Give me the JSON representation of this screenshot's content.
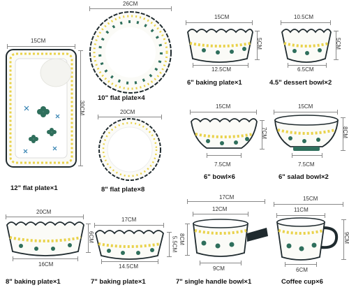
{
  "items": [
    {
      "caption": "12\" flat plate×1",
      "dims": [
        "15CM",
        "30CM"
      ]
    },
    {
      "caption": "10\" flat plate×4",
      "dims": [
        "26CM"
      ]
    },
    {
      "caption": "8\" flat plate×8",
      "dims": [
        "20CM"
      ]
    },
    {
      "caption": "6\" baking plate×1",
      "dims": [
        "15CM",
        "12.5CM",
        "5CM"
      ]
    },
    {
      "caption": "4.5\" dessert bowl×2",
      "dims": [
        "10.5CM",
        "6.5CM",
        "5CM"
      ]
    },
    {
      "caption": "6\" bowl×6",
      "dims": [
        "15CM",
        "7.5CM",
        "7CM"
      ]
    },
    {
      "caption": "6\" salad bowl×2",
      "dims": [
        "15CM",
        "7.5CM",
        "8CM"
      ]
    },
    {
      "caption": "8\" baking plate×1",
      "dims": [
        "20CM",
        "16CM",
        "6CM"
      ]
    },
    {
      "caption": "7\" baking plate×1",
      "dims": [
        "17CM",
        "14.5CM",
        "5.5CM"
      ]
    },
    {
      "caption": "7\" single handle bowl×1",
      "dims": [
        "17CM",
        "12CM",
        "9CM",
        "8CM"
      ]
    },
    {
      "caption": "Coffee cup×6",
      "dims": [
        "15CM",
        "11CM",
        "6CM",
        "9CM"
      ]
    }
  ],
  "colors": {
    "rim": "#1f2a2e",
    "leaf": "#2f6f5c",
    "accent": "#e9d24a",
    "glaze": "#fbfbf7"
  }
}
